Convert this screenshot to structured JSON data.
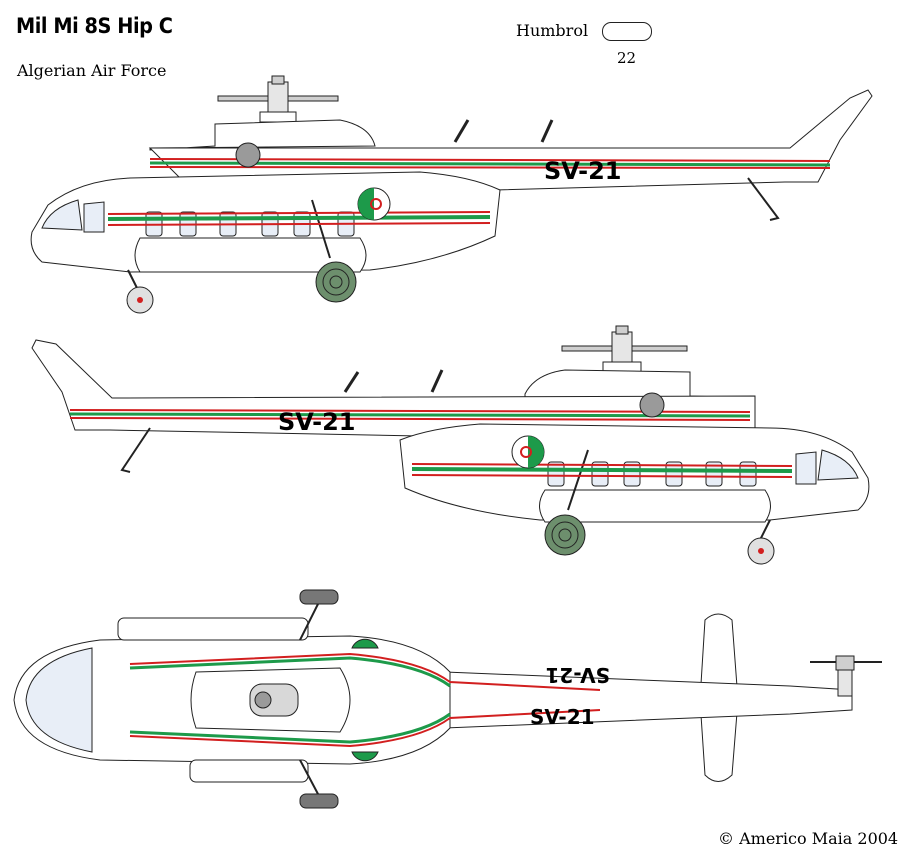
{
  "title": "Mil Mi 8S    Hip C",
  "subtitle": "Algerian Air Force",
  "paint": {
    "label": "Humbrol",
    "code": "22",
    "swatch_color": "#ffffff"
  },
  "serial": "SV-21",
  "credit": "© Americo Maia 2004",
  "colors": {
    "body": "#ffffff",
    "outline": "#222222",
    "stripe_red": "#d21f1f",
    "stripe_green": "#1d9a4a",
    "wheel": "#6d8f6d",
    "glass": "#e8eef7",
    "gray_part": "#9a9a9a"
  },
  "icons": [
    "algerian-roundel-icon",
    "copyright-icon"
  ]
}
